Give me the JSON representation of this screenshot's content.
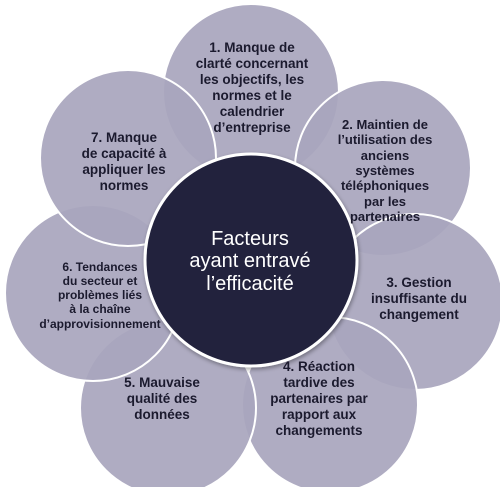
{
  "diagram": {
    "center": {
      "text": "Facteurs\nayant entravé\nl’efficacité"
    },
    "petals": [
      {
        "id": "petal-1",
        "text": "1. Manque de\nclarté concernant\nles objectifs, les\nnormes et le\ncalendrier\nd’entreprise"
      },
      {
        "id": "petal-2",
        "text": "2. Maintien de\nl’utilisation des\nanciens\nsystèmes\ntéléphoniques\npar les\npartenaires"
      },
      {
        "id": "petal-3",
        "text": "3. Gestion\ninsuffisante du\nchangement"
      },
      {
        "id": "petal-4",
        "text": "4. Réaction\ntardive des\npartenaires par\nrapport aux\nchangements"
      },
      {
        "id": "petal-5",
        "text": "5. Mauvaise\nqualité des\ndonnées"
      },
      {
        "id": "petal-6",
        "text": "6. Tendances\ndu secteur et\nproblèmes liés\nà la chaîne\nd’approvisionnement"
      },
      {
        "id": "petal-7",
        "text": "7. Manque\nde capacité à\nappliquer les\nnormes"
      }
    ],
    "colors": {
      "petal_fill": "#a9a6bd",
      "petal_stroke": "#ffffff",
      "center_fill": "#22203d",
      "center_stroke": "#ffffff",
      "petal_text": "#1b1a2e",
      "center_text": "#ffffff"
    }
  }
}
